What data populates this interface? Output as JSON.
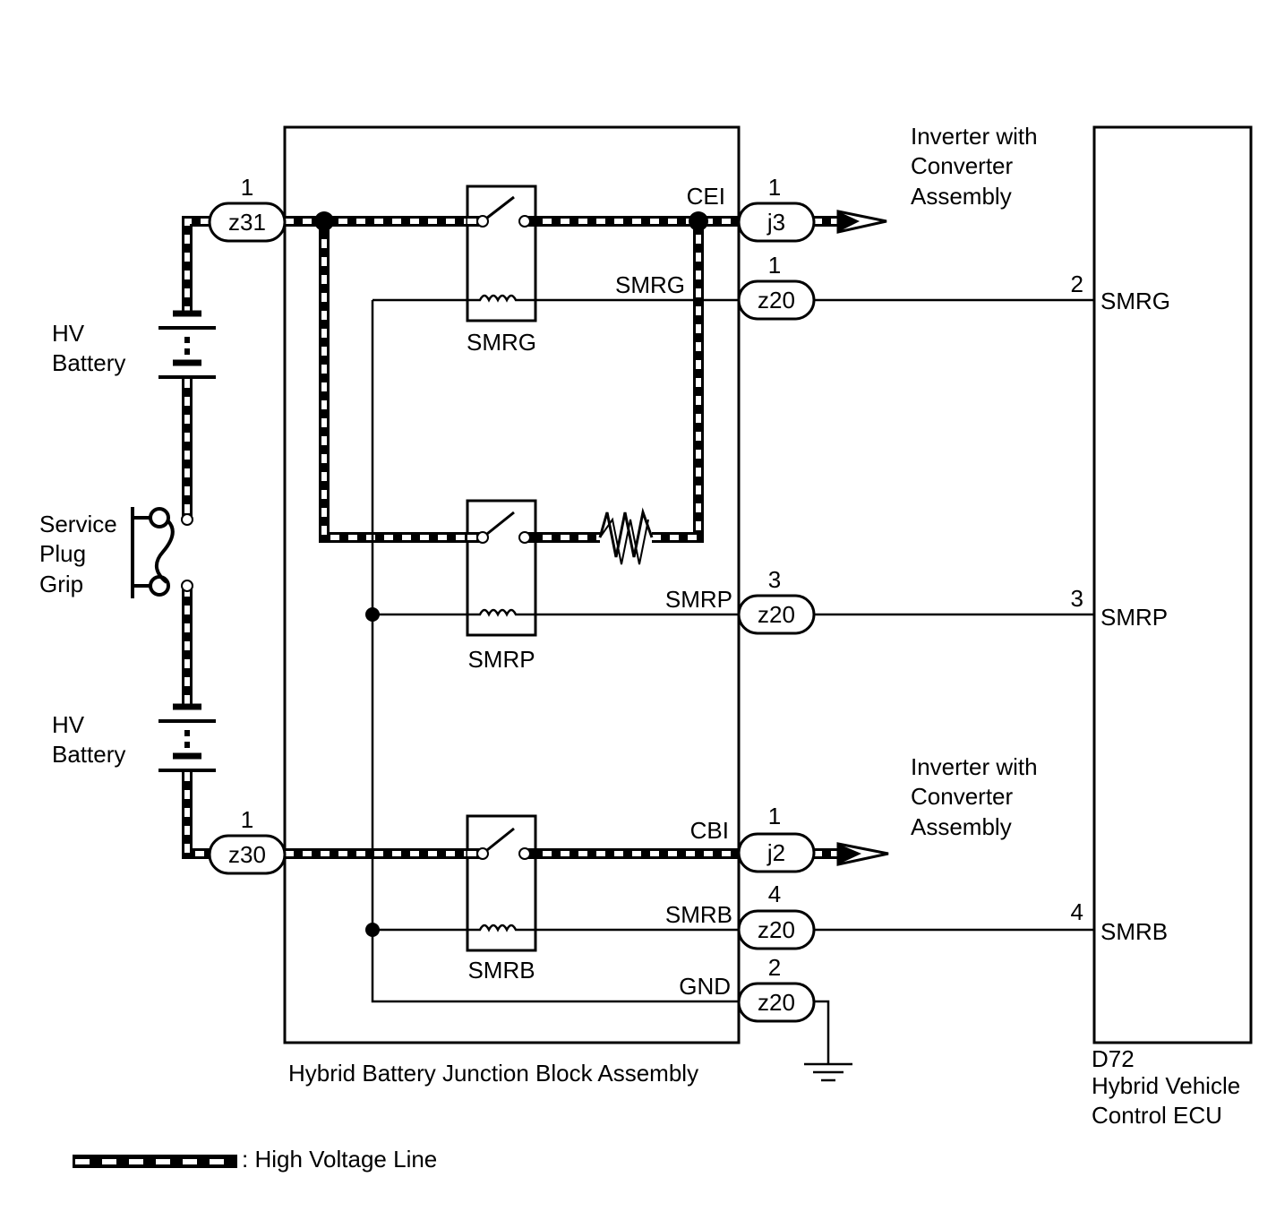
{
  "diagram": {
    "connectors": {
      "z31": {
        "label": "z31",
        "pin": "1"
      },
      "z30": {
        "label": "z30",
        "pin": "1"
      },
      "j3": {
        "label": "j3",
        "pin": "1"
      },
      "j2": {
        "label": "j2",
        "pin": "1"
      },
      "z20_smrg": {
        "label": "z20",
        "pin": "1"
      },
      "z20_smrp": {
        "label": "z20",
        "pin": "3"
      },
      "z20_smrb": {
        "label": "z20",
        "pin": "4"
      },
      "z20_gnd": {
        "label": "z20",
        "pin": "2"
      }
    },
    "wire_labels": {
      "cei": "CEI",
      "cbi": "CBI",
      "smrg": "SMRG",
      "smrp": "SMRP",
      "smrb": "SMRB",
      "gnd": "GND"
    },
    "relays": {
      "smrg": "SMRG",
      "smrp": "SMRP",
      "smrb": "SMRB"
    },
    "hv_battery_top": [
      "HV",
      "Battery"
    ],
    "hv_battery_bottom": [
      "HV",
      "Battery"
    ],
    "service_plug": [
      "Service",
      "Plug",
      "Grip"
    ],
    "junction_block": "Hybrid Battery Junction Block Assembly",
    "inverter_top": [
      "Inverter with",
      "Converter",
      "Assembly"
    ],
    "inverter_bottom": [
      "Inverter with",
      "Converter",
      "Assembly"
    ],
    "ecu": {
      "code": "D72",
      "name": [
        "Hybrid Vehicle",
        "Control ECU"
      ],
      "pins": [
        {
          "num": "2",
          "name": "SMRG"
        },
        {
          "num": "3",
          "name": "SMRP"
        },
        {
          "num": "4",
          "name": "SMRB"
        }
      ]
    },
    "legend": {
      "label": ": High Voltage Line"
    }
  }
}
